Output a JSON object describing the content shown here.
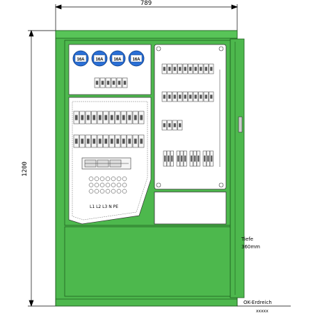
{
  "dimensions": {
    "width": "789",
    "height": "1200"
  },
  "sockets": [
    "16A",
    "16A",
    "16A",
    "16A"
  ],
  "terminal_labels": "L1 L2 L3 N PE",
  "depth_label": "Tiefe",
  "depth_value": "360mm",
  "ground_label": "OK-Erdreich",
  "ground_marks": "xxxxx",
  "colors": {
    "cabinet_green": "#4db84d",
    "socket_blue": "#2a6fd6",
    "panel_bg": "#ffffff"
  }
}
